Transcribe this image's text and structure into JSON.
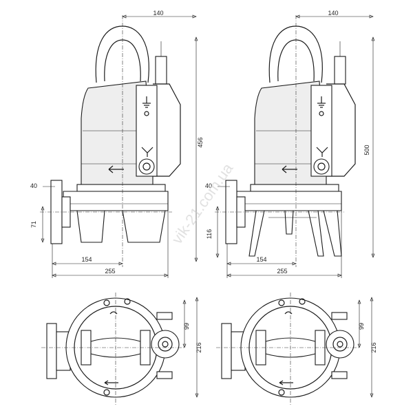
{
  "watermark": "vik-21.com.ua",
  "views": {
    "left_side": {
      "dim_top_width": "140",
      "dim_height_total": "456",
      "dim_flange_offset": "40",
      "dim_base_height": "71",
      "dim_inlet_x": "154",
      "dim_total_width": "255"
    },
    "right_side": {
      "dim_top_width": "140",
      "dim_height_total": "500",
      "dim_flange_offset": "40",
      "dim_base_height": "116",
      "dim_inlet_x": "154",
      "dim_total_width": "255"
    },
    "left_plan": {
      "dim_half": "99",
      "dim_full": "216"
    },
    "right_plan": {
      "dim_half": "99",
      "dim_full": "216"
    }
  },
  "icons": [
    "ground-symbol",
    "rotation-arrow",
    "flow-arrow"
  ]
}
